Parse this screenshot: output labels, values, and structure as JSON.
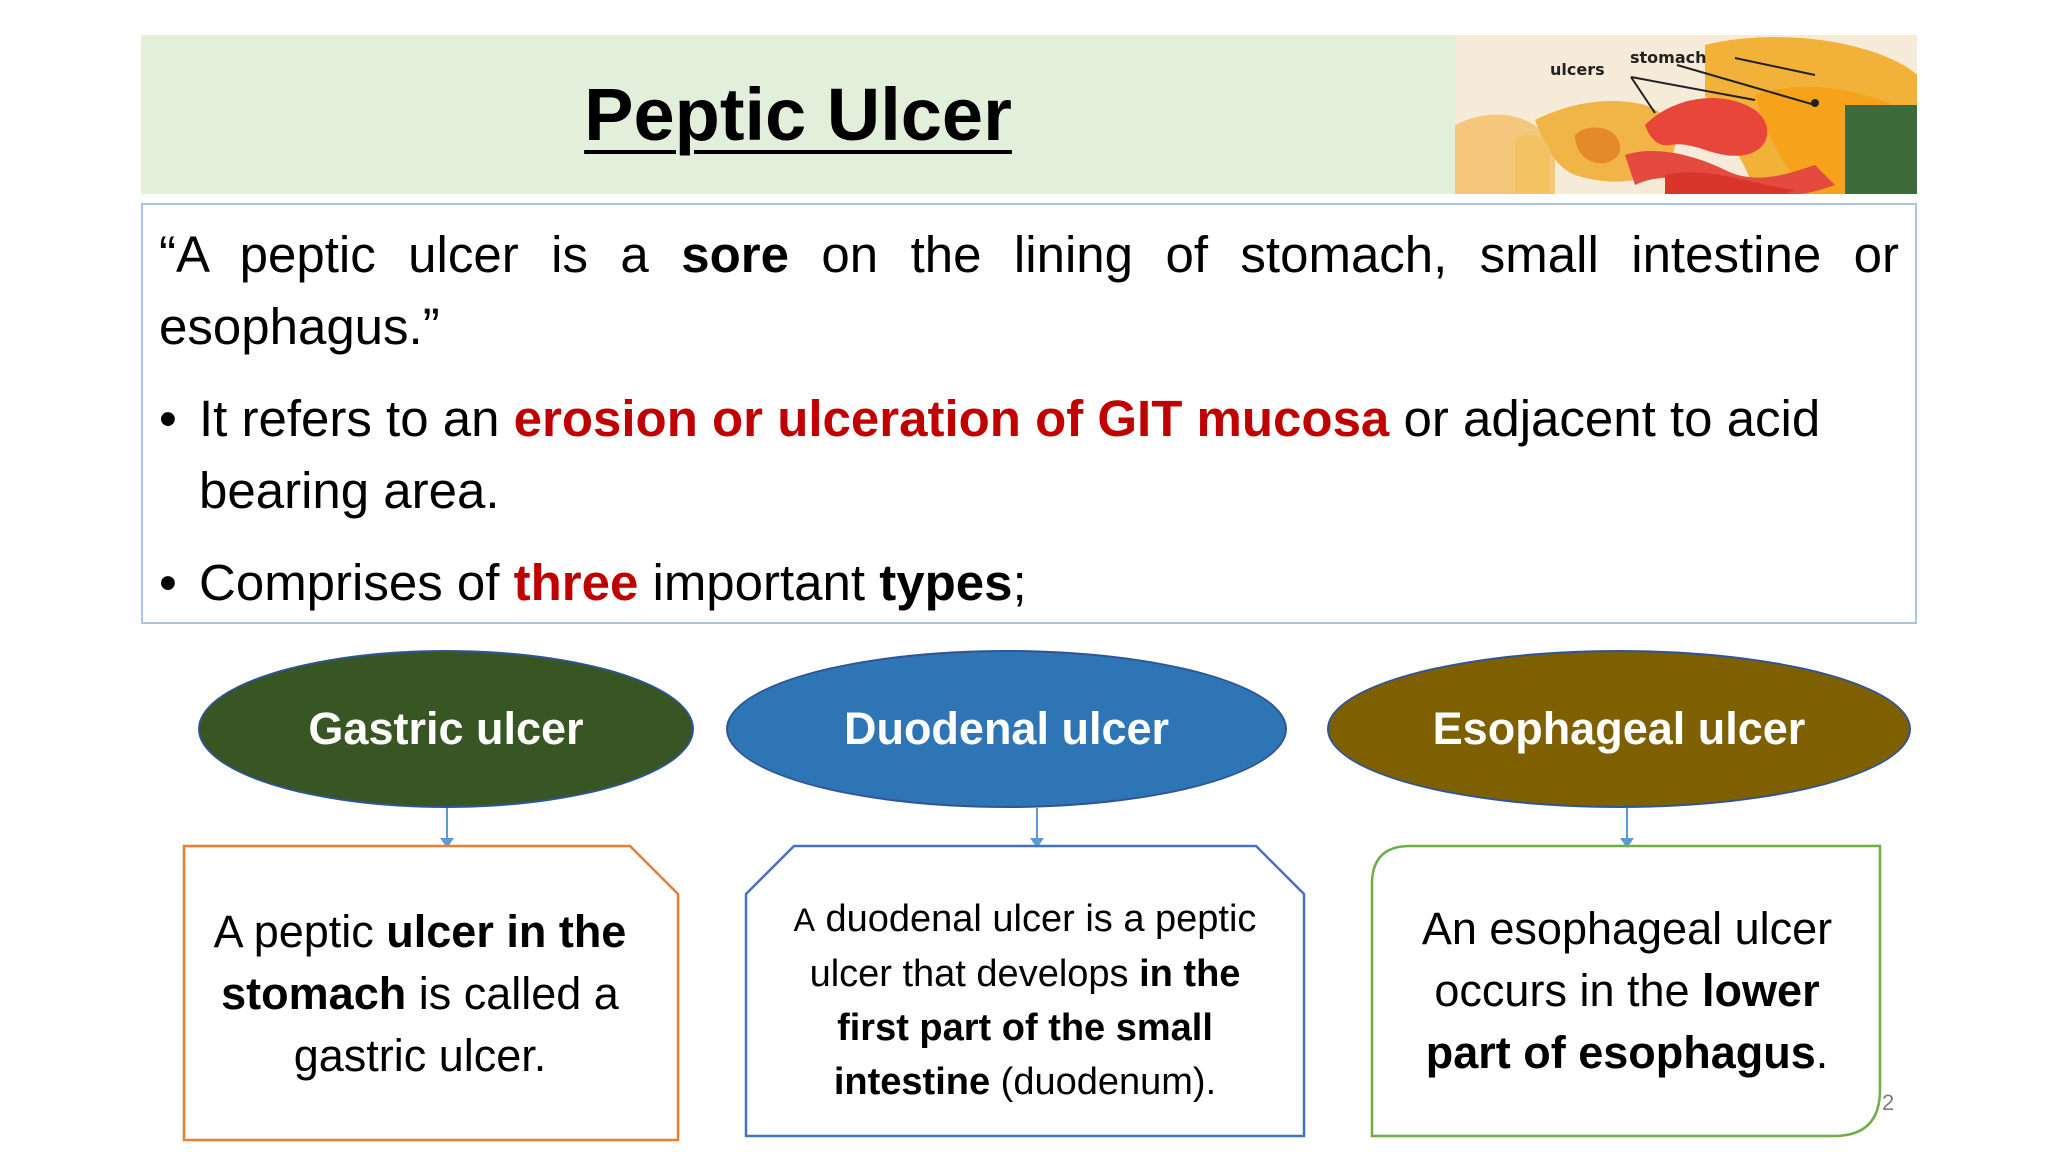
{
  "title": "Peptic Ulcer",
  "figure": {
    "label_ulcers": "ulcers",
    "label_stomach": "stomach"
  },
  "definition": {
    "quote_part1": "“A peptic ulcer is a ",
    "quote_bold": "sore",
    "quote_part2": " on the lining of stomach, small intestine or esophagus.”"
  },
  "bullets": [
    {
      "bullet": "•",
      "text_a": "It refers to an ",
      "text_red": "erosion or ulceration of GIT mucosa",
      "text_b": " or adjacent to acid bearing area."
    },
    {
      "bullet": "•",
      "text_a": "Comprises of ",
      "text_red": "three",
      "text_b": " important ",
      "text_bold": "types",
      "text_c": ";"
    }
  ],
  "types": [
    {
      "name": "Gastric ulcer",
      "color": "#375623",
      "box_border": "#ed7d31",
      "desc_a": "A peptic ",
      "desc_bold": "ulcer in the stomach",
      "desc_b": " is called a gastric ulcer."
    },
    {
      "name": "Duodenal ulcer",
      "color": "#2e75b6",
      "box_border": "#4472c4",
      "desc_small": "A",
      "desc_a": " duodenal ulcer is a peptic ulcer that develops ",
      "desc_bold": "in the first part of the small intestine",
      "desc_b": " (duodenum)."
    },
    {
      "name": "Esophageal ulcer",
      "color": "#7f6000",
      "box_border": "#70ad47",
      "desc_a": "An esophageal ulcer occurs in the ",
      "desc_bold": "lower part of esophagus",
      "desc_b": "."
    }
  ],
  "page_number": "2"
}
